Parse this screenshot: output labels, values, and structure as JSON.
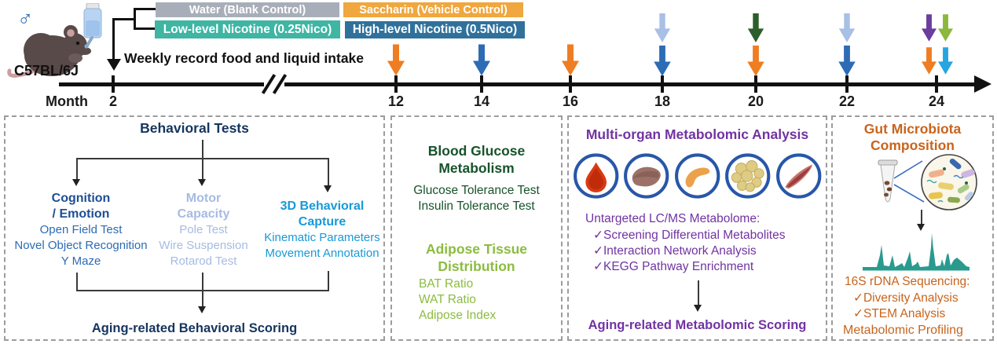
{
  "colors": {
    "arrow_orange": "#ef7d22",
    "arrow_blue": "#2d6cb5",
    "arrow_light_blue": "#a8bfe6",
    "arrow_dark_green": "#2c5e2c",
    "arrow_purple": "#6a3e9e",
    "arrow_yellow_green": "#8bb83d",
    "arrow_cyan": "#27a5e0",
    "legend_gray": "#a8aeb9",
    "legend_teal": "#3fb5a3",
    "legend_orange": "#f0a73e",
    "legend_blue": "#30719c"
  },
  "subject": {
    "sex_symbol": "♂",
    "strain": "C57BL/6J",
    "icons": [
      "mouse-icon",
      "water-bottle-icon"
    ]
  },
  "legend": {
    "water": "Water (Blank Control)",
    "low_nicotine": "Low-level Nicotine (0.25Nico)",
    "saccharin": "Saccharin (Vehicle Control)",
    "high_nicotine": "High-level Nicotine (0.5Nico)"
  },
  "timeline": {
    "note": "Weekly record food and liquid intake",
    "axis_label": "Month",
    "months": [
      "2",
      "12",
      "14",
      "16",
      "18",
      "20",
      "22",
      "24"
    ]
  },
  "panels": {
    "behavior": {
      "title": "Behavioral Tests",
      "cognition": {
        "heading1": "Cognition",
        "heading2": "/ Emotion",
        "items": [
          "Open Field Test",
          "Novel Object Recognition",
          "Y Maze"
        ]
      },
      "motor": {
        "heading1": "Motor",
        "heading2": "Capacity",
        "items": [
          "Pole Test",
          "Wire Suspension",
          "Rotarod Test"
        ]
      },
      "capture": {
        "heading1": "3D Behavioral",
        "heading2": "Capture",
        "items": [
          "Kinematic Parameters",
          "Movement Annotation"
        ]
      },
      "outcome": "Aging-related Behavioral Scoring"
    },
    "glucose": {
      "title1": "Blood Glucose",
      "title2": "Metabolism",
      "items": [
        "Glucose Tolerance Test",
        "Insulin Tolerance Test"
      ],
      "adipose_title1": "Adipose Tissue",
      "adipose_title2": "Distribution",
      "adipose_items": [
        "BAT Ratio",
        "WAT Ratio",
        "Adipose Index"
      ]
    },
    "metabolomics": {
      "title": "Multi-organ Metabolomic Analysis",
      "organ_icons": [
        "blood-drop",
        "liver",
        "pancreas",
        "adipose-tissue",
        "muscle"
      ],
      "method": "Untargeted LC/MS Metabolome:",
      "checks": [
        "✓Screening Differential Metabolites",
        "✓Interaction Network Analysis",
        "✓KEGG Pathway Enrichment"
      ],
      "outcome": "Aging-related Metabolomic Scoring"
    },
    "microbiota": {
      "title1": "Gut Microbiota",
      "title2": "Composition",
      "icons": [
        "sample-tube-icon",
        "bacteria-magnifier-icon",
        "chromatogram-icon"
      ],
      "method": "16S rDNA Sequencing:",
      "checks": [
        "✓Diversity Analysis",
        "✓STEM Analysis"
      ],
      "footer": "Metabolomic Profiling"
    }
  }
}
